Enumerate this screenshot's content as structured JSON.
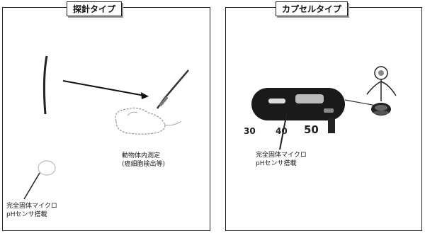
{
  "probe_panel": {
    "title": "探針タイプ",
    "caption_sensor": [
      "完全固体マイクロ",
      "pHセンサ搭載"
    ],
    "caption_measure": [
      "動物体内測定",
      "(癌細胞検出等)"
    ]
  },
  "capsule_panel": {
    "title": "カプセルタイプ",
    "caption_sensor": [
      "完全固体マイクロ",
      "pHセンサ搭載"
    ],
    "scale_labels": [
      "30",
      "40",
      "50"
    ]
  }
}
